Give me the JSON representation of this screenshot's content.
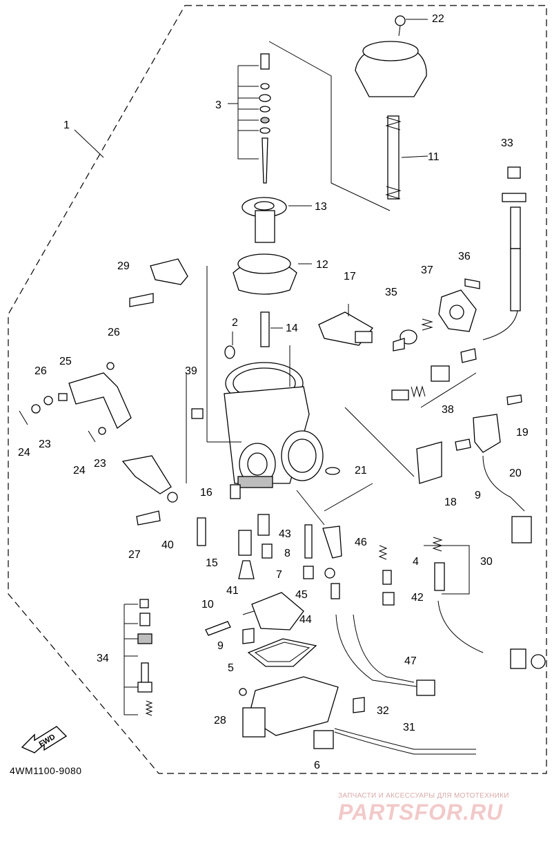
{
  "diagram": {
    "code": "4WM1100-9080",
    "fwd_label": "FWD",
    "callouts": [
      "1",
      "2",
      "3",
      "4",
      "5",
      "6",
      "7",
      "8",
      "9",
      "9",
      "10",
      "11",
      "12",
      "13",
      "14",
      "15",
      "16",
      "17",
      "18",
      "19",
      "20",
      "21",
      "22",
      "23",
      "23",
      "24",
      "24",
      "25",
      "26",
      "26",
      "27",
      "28",
      "29",
      "30",
      "31",
      "32",
      "33",
      "34",
      "35",
      "36",
      "37",
      "38",
      "39",
      "40",
      "41",
      "42",
      "43",
      "44",
      "45",
      "46",
      "47"
    ]
  },
  "watermark": {
    "caption": "ЗАПЧАСТИ И АКСЕССУАРЫ ДЛЯ МОТОТЕХНИКИ",
    "site": "PARTSFOR.RU"
  }
}
